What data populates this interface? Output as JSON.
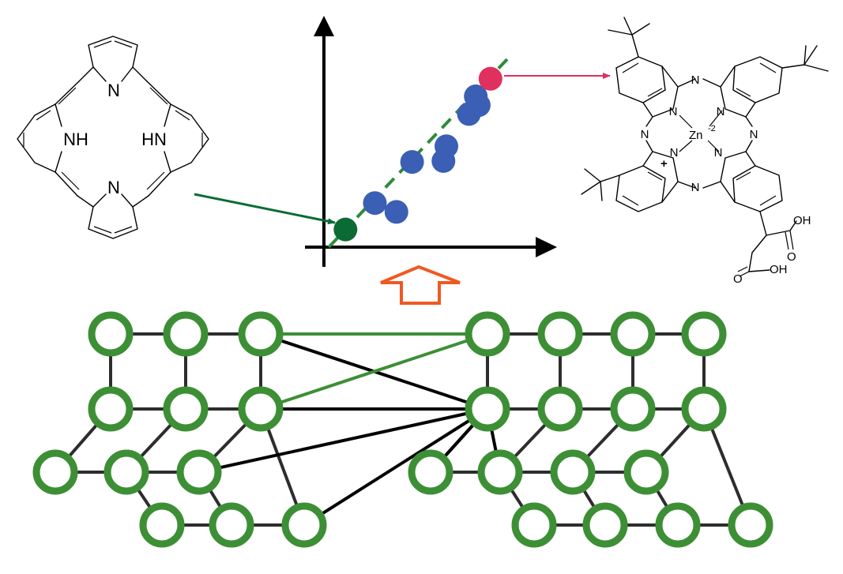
{
  "porphyrin": {
    "n_top": "N",
    "nh_left": "NH",
    "nh_right": "HN",
    "n_bottom": "N"
  },
  "phthalocyanine": {
    "metal": "Zn",
    "metal_charge": "-2",
    "plus_charge": "+",
    "n_label": "N",
    "oh_upper": "OH",
    "oh_lower": "OH",
    "o_upper": "O",
    "o_lower": "O"
  },
  "colors": {
    "start_point": "#0b6b35",
    "data_points": "#3a5fb4",
    "target_point": "#e0305e",
    "trend_line": "#2e8b3a",
    "arrow_start": "#0b6b35",
    "arrow_target": "#e0305e",
    "up_arrow": "#ee5a22",
    "node_ring": "#3d8f35",
    "graph_edge": "#2d2d2d",
    "green_link": "#3d8f35",
    "black_link": "#000000"
  },
  "chart_data": {
    "type": "scatter",
    "grid": false,
    "legend": "none",
    "series": [
      {
        "x": [
          2.2
        ],
        "y": [
          1.8
        ]
      },
      {
        "x": [
          5.2,
          7.4,
          9.0,
          12.5,
          12.2,
          14.8,
          15.8,
          15.5
        ],
        "y": [
          4.5,
          3.6,
          8.7,
          10.3,
          8.8,
          13.6,
          14.5,
          15.4
        ]
      },
      {
        "x": [
          17.0
        ],
        "y": [
          17.2
        ]
      }
    ],
    "trendline": {
      "x": [
        0.5,
        19.0
      ],
      "y": [
        0.0,
        19.5
      ]
    },
    "xlim": [
      0,
      24
    ],
    "ylim": [
      0,
      23
    ]
  },
  "graph": {
    "left_nodes": [
      {
        "id": "L1"
      },
      {
        "id": "L2"
      },
      {
        "id": "L3"
      },
      {
        "id": "L4"
      },
      {
        "id": "L5"
      },
      {
        "id": "L6"
      },
      {
        "id": "L7"
      },
      {
        "id": "L8"
      },
      {
        "id": "L9"
      },
      {
        "id": "L10"
      },
      {
        "id": "L11"
      },
      {
        "id": "L12"
      }
    ],
    "right_nodes": [
      {
        "id": "R1"
      },
      {
        "id": "R2"
      },
      {
        "id": "R3"
      },
      {
        "id": "R4"
      },
      {
        "id": "R5"
      },
      {
        "id": "R6"
      },
      {
        "id": "R7"
      },
      {
        "id": "R8"
      },
      {
        "id": "R9"
      },
      {
        "id": "R10"
      },
      {
        "id": "R11"
      },
      {
        "id": "R12"
      },
      {
        "id": "R13"
      },
      {
        "id": "R14"
      },
      {
        "id": "R15"
      },
      {
        "id": "R16"
      }
    ]
  }
}
